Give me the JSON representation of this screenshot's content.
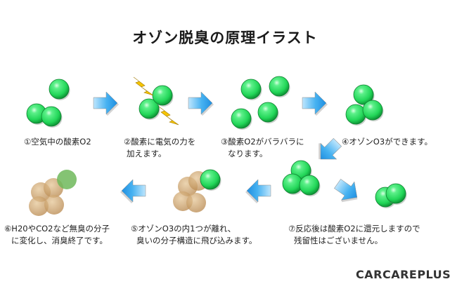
{
  "title": "オゾン脱臭の原理イラスト",
  "steps": [
    {
      "line1": "①空気中の酸素O2",
      "line2": ""
    },
    {
      "line1": "②酸素に電気の力を",
      "line2": "加えます。"
    },
    {
      "line1": "③酸素O2がバラバラに",
      "line2": "なります。"
    },
    {
      "line1": "④オゾンO3ができます。",
      "line2": ""
    },
    {
      "line1": "⑤オゾンO3の内1つが離れ、",
      "line2": "臭いの分子構造に飛び込みます。"
    },
    {
      "line1": "⑥H20やCO2など無臭の分子",
      "line2": "に変化し、消臭終了です。"
    },
    {
      "line1": "⑦反応後は酸素O2に還元しますので",
      "line2": "残留性はございません。"
    }
  ],
  "logo": "CARCAREPLUS",
  "colors": {
    "oxygen": "#2ee86a",
    "oxygen_dark": "#119f3a",
    "arrow": "#2b9be8",
    "arrow_light": "#a9dcfb",
    "odor": "#c99a5e",
    "lightning": "#f5c400"
  }
}
